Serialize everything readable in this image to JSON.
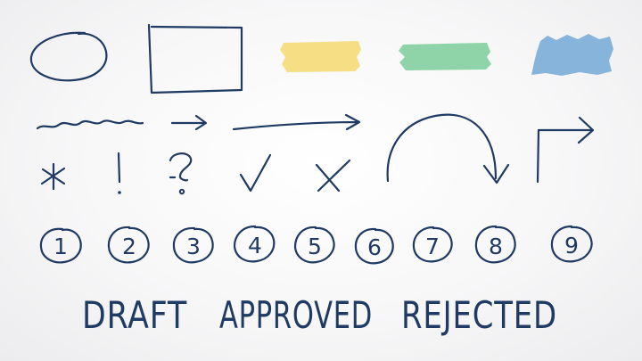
{
  "colors": {
    "ink": "#1f3a63",
    "highlight_yellow": "#f5de84",
    "highlight_green": "#8fd3a8",
    "highlight_blue": "#86b4da"
  },
  "shapes": [
    "hand-drawn-ellipse",
    "hand-drawn-rectangle"
  ],
  "highlights": [
    "yellow",
    "green",
    "blue"
  ],
  "lines_and_arrows": [
    "squiggle-line",
    "short-arrow",
    "long-arrow",
    "curved-arrow",
    "corner-arrow"
  ],
  "symbols": {
    "asterisk": "*",
    "exclamation": "!",
    "question": "?",
    "check": "✓",
    "cross": "✕"
  },
  "numbers": [
    "1",
    "2",
    "3",
    "4",
    "5",
    "6",
    "7",
    "8",
    "9"
  ],
  "status_words": [
    "DRAFT",
    "APPROVED",
    "REJECTED"
  ]
}
